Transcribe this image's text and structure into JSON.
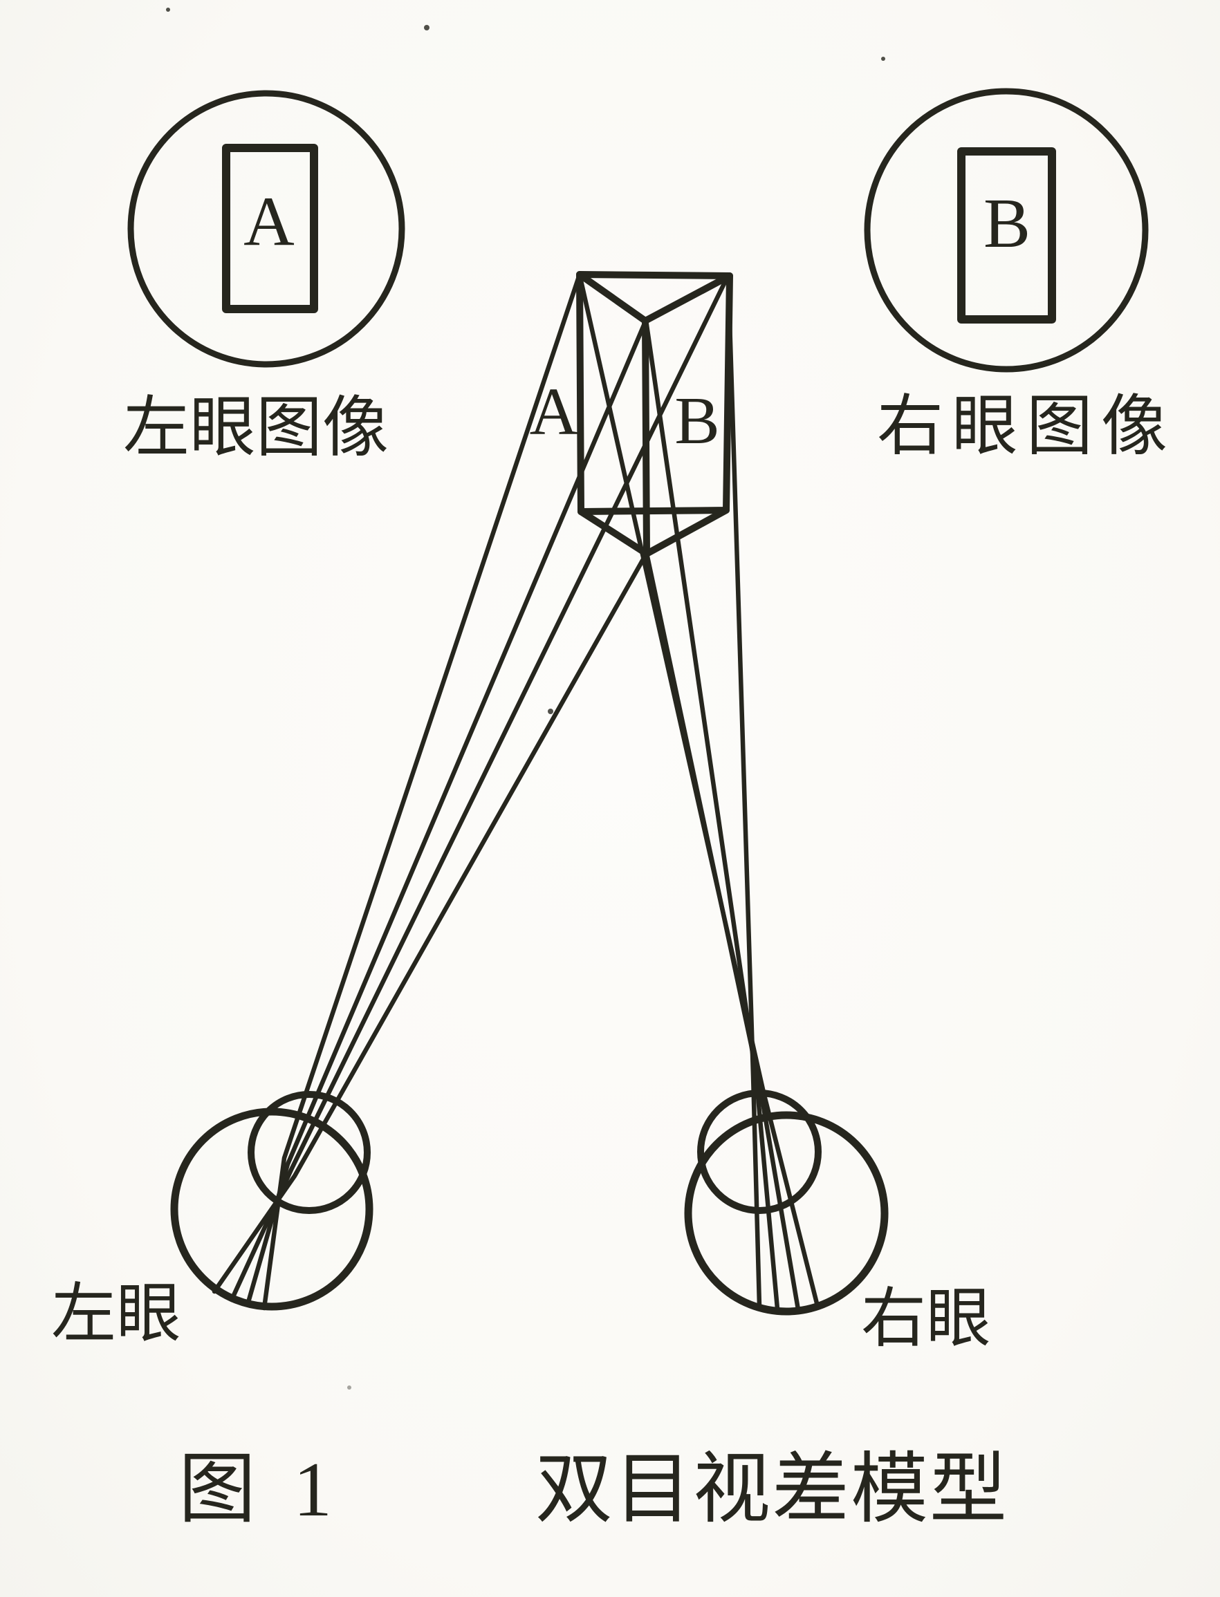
{
  "figure": {
    "left_view": {
      "letter": "A",
      "caption": "左眼图像"
    },
    "right_view": {
      "letter": "B",
      "caption": "右眼图像"
    },
    "object": {
      "left_face_letter": "A",
      "right_face_letter": "B"
    },
    "left_eye_label": "左眼",
    "right_eye_label": "右眼",
    "caption": {
      "number": "图 1",
      "title": "双目视差模型"
    }
  },
  "colors": {
    "ink": "#26261e",
    "paper": "#fbfaf7"
  }
}
